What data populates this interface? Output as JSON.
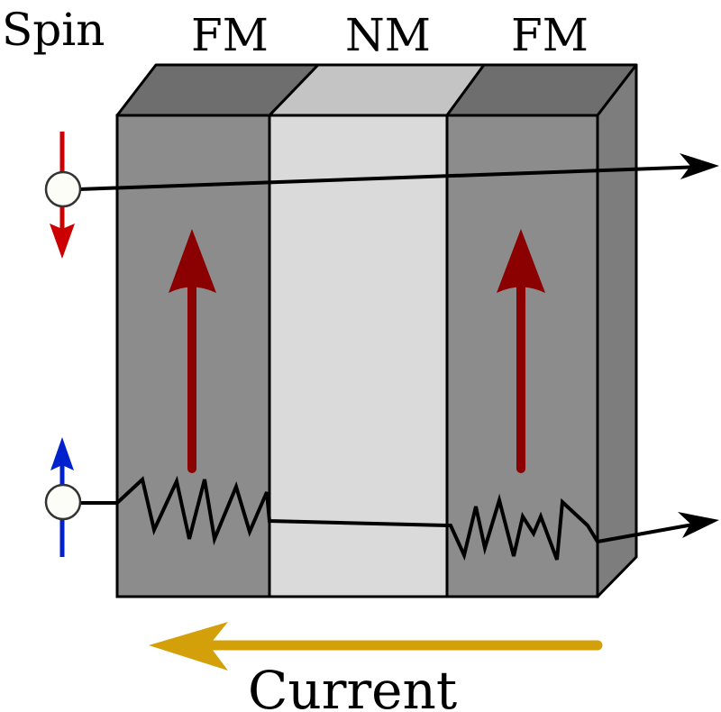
{
  "title": "Spin-valve (FM / NM / FM) spin-dependent transport schematic",
  "labels": {
    "spin": "Spin",
    "layer_left": "FM",
    "layer_middle": "NM",
    "layer_right": "FM",
    "current": "Current"
  },
  "layers": [
    {
      "name": "FM",
      "type": "ferromagnet",
      "magnetization": "up"
    },
    {
      "name": "NM",
      "type": "non-magnetic spacer"
    },
    {
      "name": "FM",
      "type": "ferromagnet",
      "magnetization": "up"
    }
  ],
  "electrons": [
    {
      "spin": "down",
      "path": "straight (low resistance)",
      "exits": true
    },
    {
      "spin": "up",
      "path": "zig-zag scattering in FM layers (high resistance)",
      "exits": true
    }
  ],
  "current_direction": "left",
  "colors": {
    "fm_front": "#8c8c8c",
    "fm_top": "#6e6e6e",
    "fm_side": "#7d7d7d",
    "nm_front": "#dadada",
    "nm_top": "#c4c4c4",
    "magnetization_arrow": "#8b0000",
    "spin_down_arrow": "#cc0000",
    "spin_up_arrow": "#0022cc",
    "current_arrow": "#d4a00a",
    "electron_fill": "#fdfdf8",
    "stroke": "#000000"
  }
}
